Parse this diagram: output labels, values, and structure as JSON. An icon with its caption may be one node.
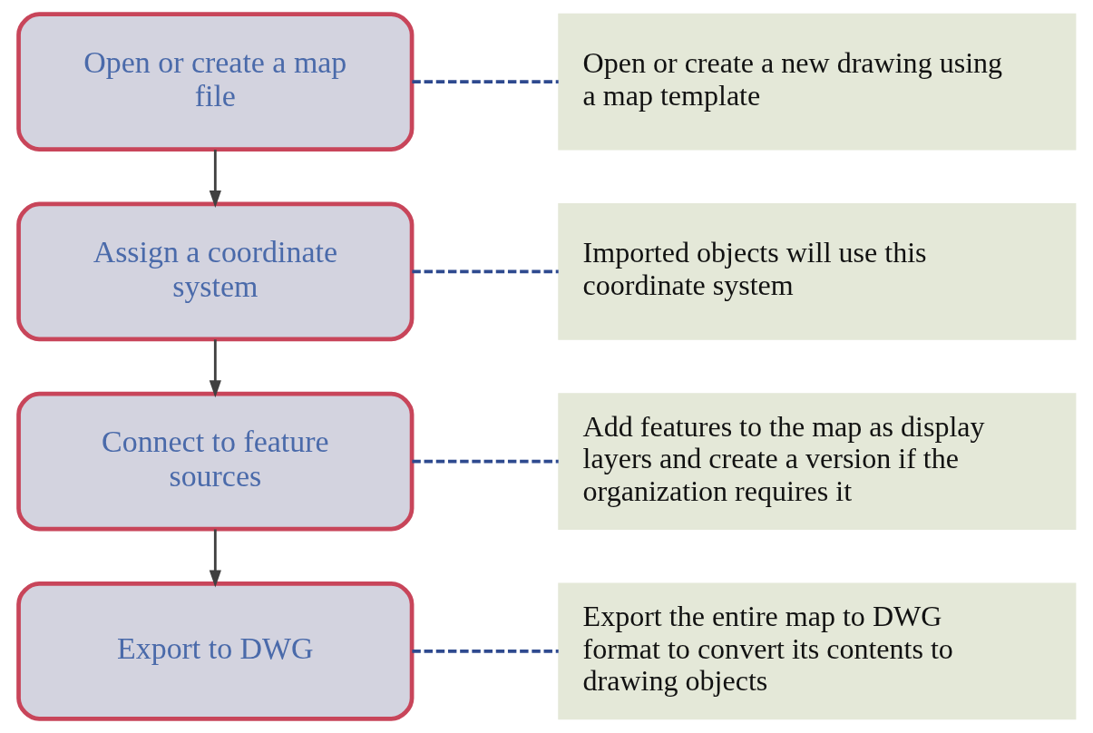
{
  "diagram": {
    "nodes": [
      {
        "text": [
          "Open or create a map file"
        ]
      },
      {
        "text": [
          "Open or create a new drawing using a map template"
        ]
      },
      {
        "text": [
          "Assign a coordinate system"
        ]
      },
      {
        "text": [
          "Imported objects will use this coordinate system"
        ]
      },
      {
        "text": [
          "Connect to feature sources"
        ]
      },
      {
        "text": [
          "Add features to the map as display layers and create a version if the organization requires it"
        ]
      },
      {
        "text": [
          "Export to DWG"
        ]
      },
      {
        "text": [
          "Export the entire map to DWG format to convert its contents to drawing objects"
        ]
      }
    ],
    "edges": [
      {
        "from": 0,
        "to": 1,
        "arrow": "none",
        "style": "dashed"
      },
      {
        "from": 0,
        "to": 2,
        "arrow": "to",
        "color": "#404040"
      },
      {
        "from": 2,
        "to": 3,
        "arrow": "none",
        "style": "dashed"
      },
      {
        "from": 2,
        "to": 4,
        "arrow": "to",
        "color": "#404040"
      },
      {
        "from": 4,
        "to": 5,
        "arrow": "none",
        "style": "dashed"
      },
      {
        "from": 4,
        "to": 6,
        "arrow": "to",
        "color": "#404040"
      },
      {
        "from": 6,
        "to": 7,
        "arrow": "none",
        "style": "dashed"
      }
    ]
  }
}
